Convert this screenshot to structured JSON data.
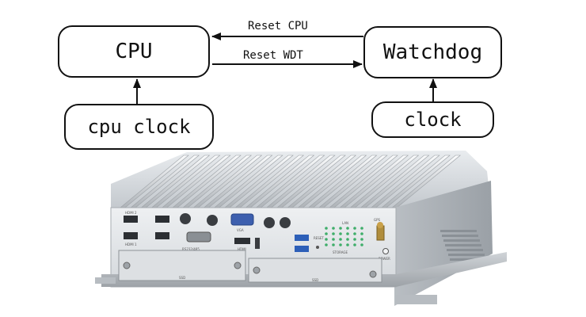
{
  "diagram": {
    "nodes": {
      "cpu": "CPU",
      "watchdog": "Watchdog",
      "cpu_clock": "cpu clock",
      "clock": "clock"
    },
    "edges": {
      "reset_cpu": "Reset CPU",
      "reset_wdt": "Reset WDT"
    }
  },
  "hardware_labels": {
    "hdmi2": "HDMI 2",
    "hdmi1": "HDMI 1",
    "rs232_485": "RS232/485",
    "vga": "VGA",
    "hdmi": "HDMI",
    "ssd": "SSD",
    "power": "POWER",
    "reset": "RESET",
    "gps": "GPS",
    "storage": "STORAGE",
    "lan": "LAN"
  }
}
